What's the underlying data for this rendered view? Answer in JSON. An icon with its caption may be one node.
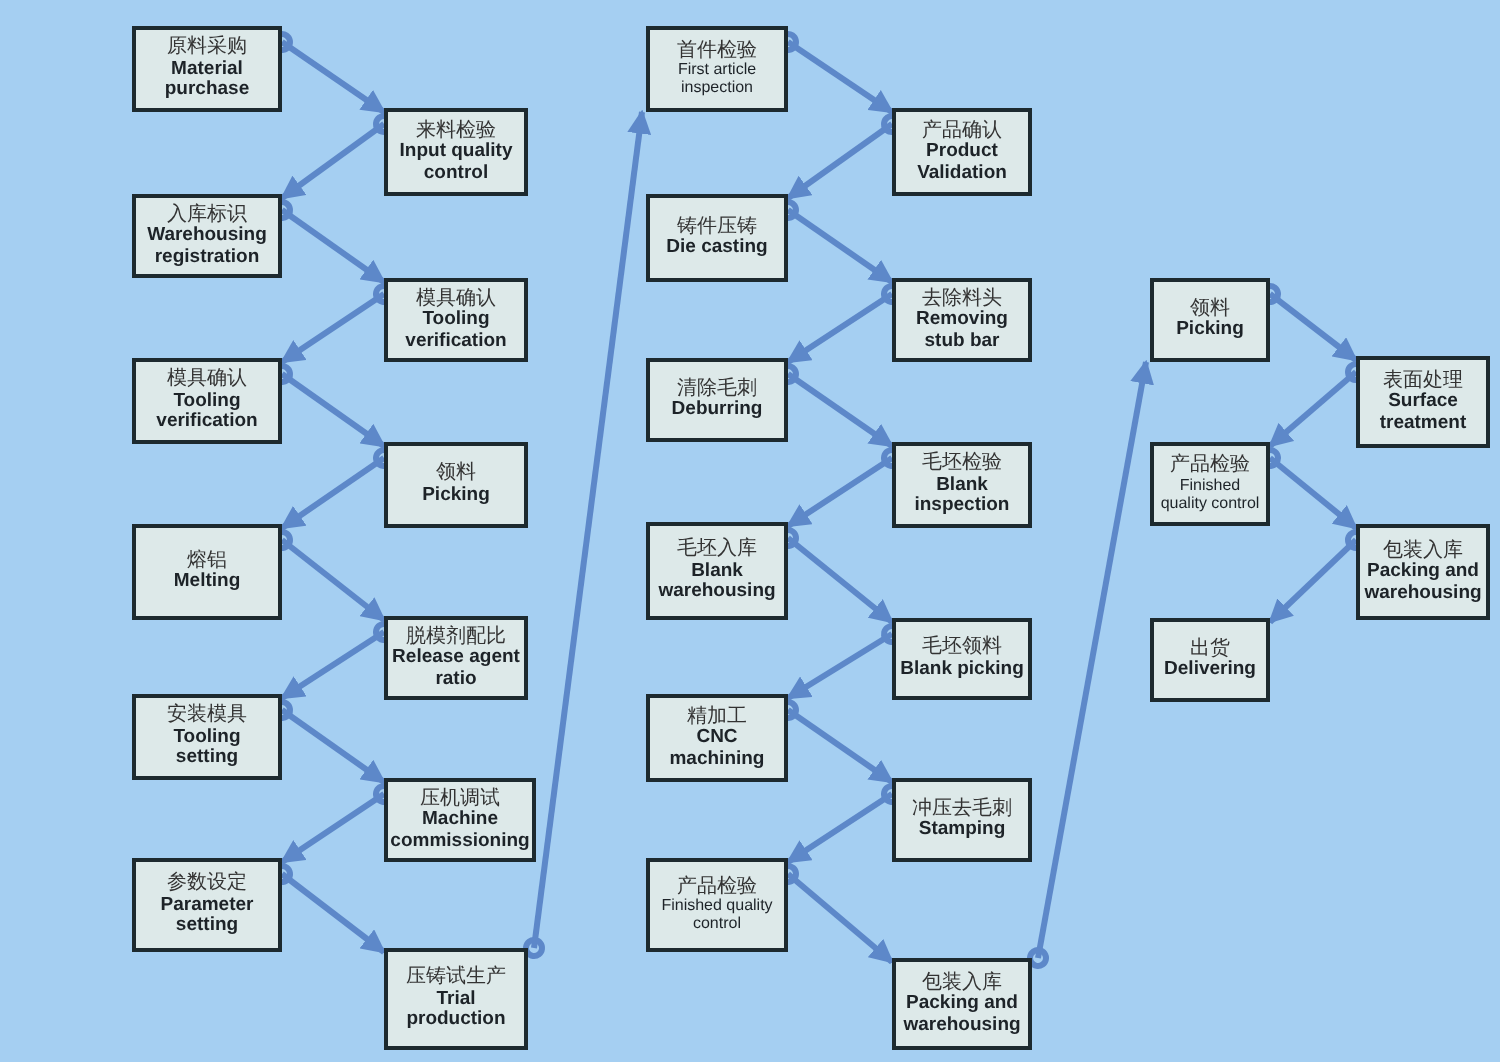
{
  "diagram": {
    "nodes": [
      {
        "text": [
          "原料采购",
          "Material purchase"
        ]
      },
      {
        "text": [
          "来料检验",
          "Input quality control"
        ]
      },
      {
        "text": [
          "入库标识",
          "Warehousing registration"
        ]
      },
      {
        "text": [
          "模具确认",
          "Tooling verification"
        ]
      },
      {
        "text": [
          "模具确认",
          "Tooling verification"
        ]
      },
      {
        "text": [
          "领料",
          "Picking"
        ]
      },
      {
        "text": [
          "熔铝",
          "Melting"
        ]
      },
      {
        "text": [
          "脱模剂配比",
          "Release agent ratio"
        ]
      },
      {
        "text": [
          "安装模具",
          "Tooling setting"
        ]
      },
      {
        "text": [
          "压机调试",
          "Machine commissioning"
        ]
      },
      {
        "text": [
          "参数设定",
          "Parameter setting"
        ]
      },
      {
        "text": [
          "压铸试生产",
          "Trial production"
        ]
      },
      {
        "text": [
          "首件检验",
          "First article inspection"
        ]
      },
      {
        "text": [
          "产品确认",
          "Product Validation"
        ]
      },
      {
        "text": [
          "铸件压铸",
          "Die casting"
        ]
      },
      {
        "text": [
          "去除料头",
          "Removing stub bar"
        ]
      },
      {
        "text": [
          "清除毛刺",
          "Deburring"
        ]
      },
      {
        "text": [
          "毛坯检验",
          "Blank inspection"
        ]
      },
      {
        "text": [
          "毛坯入库",
          "Blank warehousing"
        ]
      },
      {
        "text": [
          "毛坯领料",
          "Blank picking"
        ]
      },
      {
        "text": [
          "精加工",
          "CNC machining"
        ]
      },
      {
        "text": [
          "冲压去毛刺",
          "Stamping"
        ]
      },
      {
        "text": [
          "产品检验",
          "Finished quality control"
        ]
      },
      {
        "text": [
          "包装入库",
          "Packing and warehousing"
        ]
      },
      {
        "text": [
          "领料",
          "Picking"
        ]
      },
      {
        "text": [
          "表面处理",
          "Surface treatment"
        ]
      },
      {
        "text": [
          "产品检验",
          "Finished quality control"
        ]
      },
      {
        "text": [
          "包装入库",
          "Packing and warehousing"
        ]
      },
      {
        "text": [
          "出货",
          "Delivering"
        ]
      }
    ],
    "edges": [
      {
        "from": 0,
        "to": 1,
        "arrow": "to"
      },
      {
        "from": 1,
        "to": 2,
        "arrow": "to"
      },
      {
        "from": 2,
        "to": 3,
        "arrow": "to"
      },
      {
        "from": 3,
        "to": 4,
        "arrow": "to"
      },
      {
        "from": 4,
        "to": 5,
        "arrow": "to"
      },
      {
        "from": 5,
        "to": 6,
        "arrow": "to"
      },
      {
        "from": 6,
        "to": 7,
        "arrow": "to"
      },
      {
        "from": 7,
        "to": 8,
        "arrow": "to"
      },
      {
        "from": 8,
        "to": 9,
        "arrow": "to"
      },
      {
        "from": 9,
        "to": 10,
        "arrow": "to"
      },
      {
        "from": 10,
        "to": 11,
        "arrow": "to"
      },
      {
        "from": 11,
        "to": 12,
        "arrow": "to"
      },
      {
        "from": 12,
        "to": 13,
        "arrow": "to"
      },
      {
        "from": 13,
        "to": 14,
        "arrow": "to"
      },
      {
        "from": 14,
        "to": 15,
        "arrow": "to"
      },
      {
        "from": 15,
        "to": 16,
        "arrow": "to"
      },
      {
        "from": 16,
        "to": 17,
        "arrow": "to"
      },
      {
        "from": 17,
        "to": 18,
        "arrow": "to"
      },
      {
        "from": 18,
        "to": 19,
        "arrow": "to"
      },
      {
        "from": 19,
        "to": 20,
        "arrow": "to"
      },
      {
        "from": 20,
        "to": 21,
        "arrow": "to"
      },
      {
        "from": 21,
        "to": 22,
        "arrow": "to"
      },
      {
        "from": 22,
        "to": 23,
        "arrow": "to"
      },
      {
        "from": 23,
        "to": 24,
        "arrow": "to"
      },
      {
        "from": 24,
        "to": 25,
        "arrow": "to"
      },
      {
        "from": 25,
        "to": 26,
        "arrow": "to"
      },
      {
        "from": 26,
        "to": 27,
        "arrow": "to"
      },
      {
        "from": 27,
        "to": 28,
        "arrow": "to"
      }
    ]
  }
}
